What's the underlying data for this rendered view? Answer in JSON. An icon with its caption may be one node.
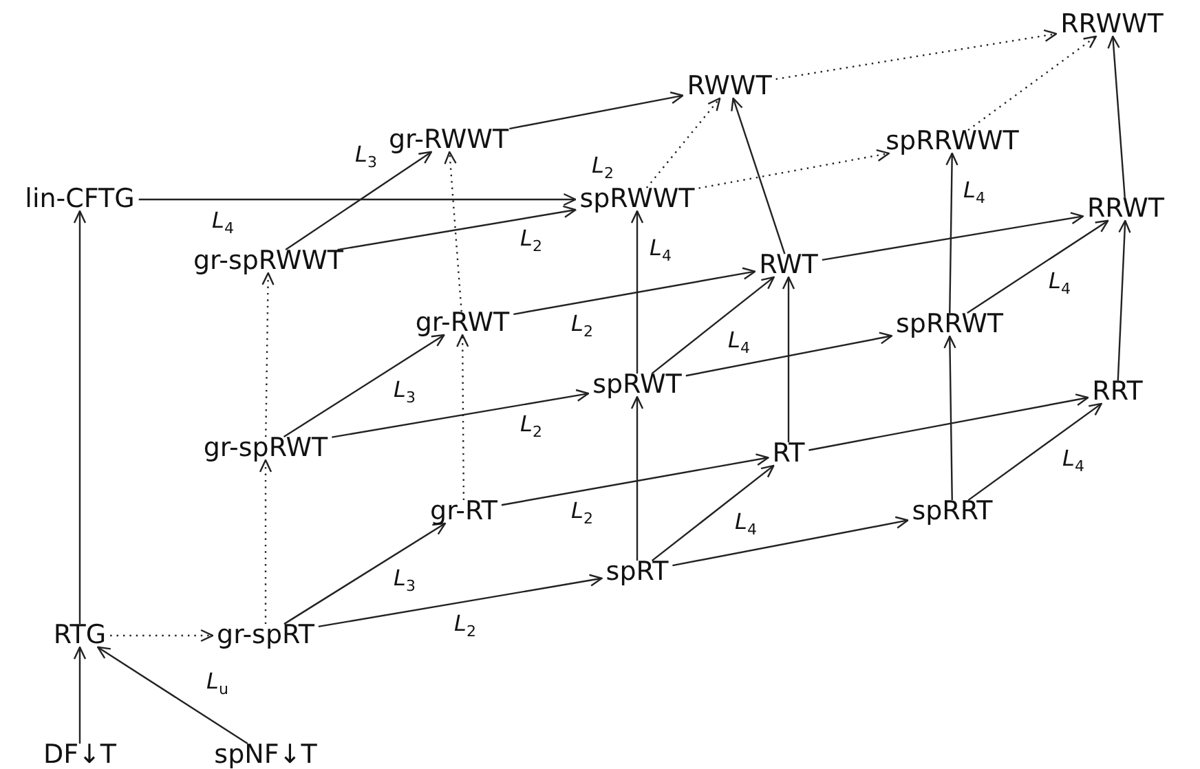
{
  "diagram": {
    "nodes": [
      {
        "text": [
          "RRWWT"
        ]
      },
      {
        "text": [
          "RWWT"
        ]
      },
      {
        "text": [
          "gr-RWWT"
        ]
      },
      {
        "text": [
          "spRRWWT"
        ]
      },
      {
        "text": [
          "lin-CFTG"
        ]
      },
      {
        "text": [
          "spRWWT"
        ]
      },
      {
        "text": [
          "RRWT"
        ]
      },
      {
        "text": [
          "gr-spRWWT"
        ]
      },
      {
        "text": [
          "RWT"
        ]
      },
      {
        "text": [
          "gr-RWT"
        ]
      },
      {
        "text": [
          "spRRWT"
        ]
      },
      {
        "text": [
          "spRWT"
        ]
      },
      {
        "text": [
          "RRT"
        ]
      },
      {
        "text": [
          "gr-spRWT"
        ]
      },
      {
        "text": [
          "RT"
        ]
      },
      {
        "text": [
          "gr-RT"
        ]
      },
      {
        "text": [
          "spRRT"
        ]
      },
      {
        "text": [
          "spRT"
        ]
      },
      {
        "text": [
          "RTG"
        ]
      },
      {
        "text": [
          "gr-spRT"
        ]
      },
      {
        "text": [
          "DF↓T"
        ]
      },
      {
        "text": [
          "spNF↓T"
        ]
      }
    ],
    "edges": [
      {
        "from": 1,
        "to": 0,
        "arrow": "to",
        "style": "dashed"
      },
      {
        "from": 3,
        "to": 0,
        "arrow": "to",
        "style": "dashed"
      },
      {
        "from": 2,
        "to": 1,
        "arrow": "to",
        "label": "*L*$_{2}$"
      },
      {
        "from": 5,
        "to": 1,
        "arrow": "to",
        "style": "dashed"
      },
      {
        "from": 5,
        "to": 3,
        "arrow": "to",
        "style": "dashed"
      },
      {
        "from": 8,
        "to": 1,
        "arrow": "to"
      },
      {
        "from": 6,
        "to": 0,
        "arrow": "to"
      },
      {
        "from": 4,
        "to": 5,
        "arrow": "to",
        "label": "*L*$_{4}$"
      },
      {
        "from": 7,
        "to": 2,
        "arrow": "to",
        "label": "*L*$_{3}$"
      },
      {
        "from": 7,
        "to": 5,
        "arrow": "to",
        "label": "*L*$_{2}$"
      },
      {
        "from": 9,
        "to": 2,
        "arrow": "to",
        "style": "dashed"
      },
      {
        "from": 11,
        "to": 5,
        "arrow": "to",
        "label": "*L*$_{4}$"
      },
      {
        "from": 8,
        "to": 6,
        "arrow": "to"
      },
      {
        "from": 10,
        "to": 3,
        "arrow": "to",
        "label": "*L*$_{4}$"
      },
      {
        "from": 10,
        "to": 6,
        "arrow": "to",
        "label": "*L*$_{4}$"
      },
      {
        "from": 13,
        "to": 7,
        "arrow": "to",
        "style": "dashed"
      },
      {
        "from": 9,
        "to": 8,
        "arrow": "to",
        "label": "*L*$_{2}$"
      },
      {
        "from": 11,
        "to": 8,
        "arrow": "to",
        "label": "*L*$_{4}$"
      },
      {
        "from": 14,
        "to": 8,
        "arrow": "to"
      },
      {
        "from": 11,
        "to": 10,
        "arrow": "to"
      },
      {
        "from": 12,
        "to": 6,
        "arrow": "to"
      },
      {
        "from": 13,
        "to": 9,
        "arrow": "to",
        "label": "*L*$_{3}$"
      },
      {
        "from": 13,
        "to": 11,
        "arrow": "to",
        "label": "*L*$_{2}$"
      },
      {
        "from": 15,
        "to": 9,
        "arrow": "to",
        "style": "dashed"
      },
      {
        "from": 17,
        "to": 11,
        "arrow": "to"
      },
      {
        "from": 16,
        "to": 10,
        "arrow": "to"
      },
      {
        "from": 15,
        "to": 14,
        "arrow": "to",
        "label": "*L*$_{2}$"
      },
      {
        "from": 17,
        "to": 14,
        "arrow": "to",
        "label": "*L*$_{4}$"
      },
      {
        "from": 14,
        "to": 12,
        "arrow": "to"
      },
      {
        "from": 16,
        "to": 12,
        "arrow": "to",
        "label": "*L*$_{4}$"
      },
      {
        "from": 17,
        "to": 16,
        "arrow": "to"
      },
      {
        "from": 19,
        "to": 13,
        "arrow": "to",
        "style": "dashed"
      },
      {
        "from": 19,
        "to": 15,
        "arrow": "to",
        "label": "*L*$_{3}$"
      },
      {
        "from": 19,
        "to": 17,
        "arrow": "to",
        "label": "*L*$_{2}$"
      },
      {
        "from": 18,
        "to": 4,
        "arrow": "to"
      },
      {
        "from": 18,
        "to": 19,
        "arrow": "to",
        "style": "dashed"
      },
      {
        "from": 20,
        "to": 18,
        "arrow": "to"
      },
      {
        "from": 21,
        "to": 18,
        "arrow": "to",
        "label": "*L*$_{u}$"
      }
    ]
  }
}
